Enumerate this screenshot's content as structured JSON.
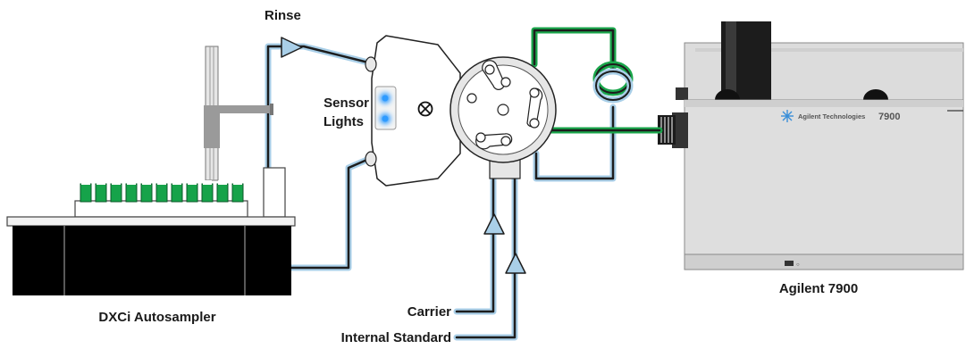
{
  "labels": {
    "rinse": "Rinse",
    "sensor_lights_line1": "Sensor",
    "sensor_lights_line2": "Lights",
    "carrier": "Carrier",
    "internal_standard": "Internal Standard",
    "autosampler": "DXCi Autosampler",
    "instrument": "Agilent 7900",
    "brand_plate": "Agilent Technologies",
    "brand_model": "7900"
  },
  "colors": {
    "tube_light_blue": "#a9cfe8",
    "tube_dark": "#222222",
    "tube_green": "#1aa64b",
    "sample_green": "#16a34a",
    "sensor_light": "#2f9bff",
    "instrument_gray": "#dcdcdc",
    "autosampler_base": "#000000",
    "brand_star": "#3a8fd8"
  },
  "icons": {
    "valve_symbol": "valve-cross-icon",
    "flow_arrow": "flow-triangle-icon",
    "brand_logo": "agilent-spark-icon"
  }
}
